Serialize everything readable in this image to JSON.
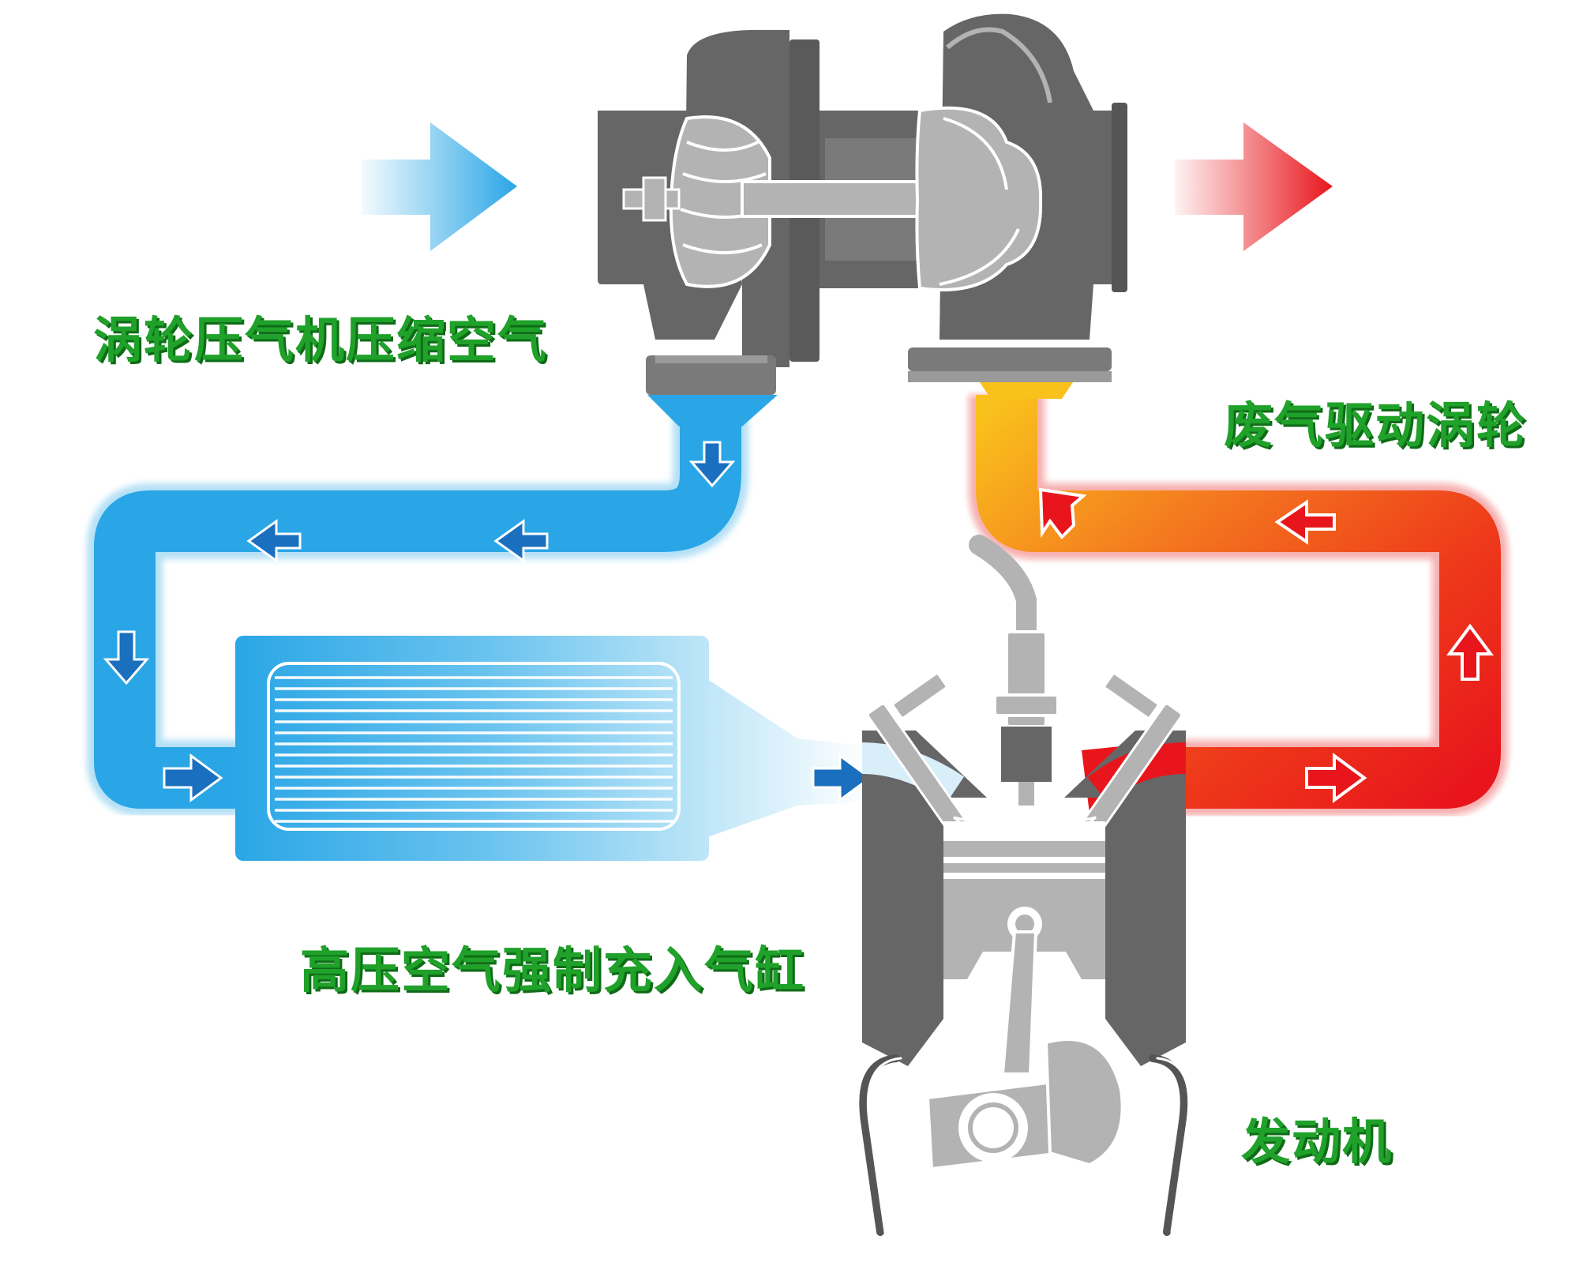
{
  "labels": {
    "compressor": "涡轮压气机压缩空气",
    "exhaust_drives": "废气驱动涡轮",
    "forced_intake": "高压空气强制充入气缸",
    "engine": "发动机"
  },
  "colors": {
    "label_green": "#1fa12a",
    "cold_air_blue": "#2aa6e6",
    "hot_gas_red": "#e8161c",
    "exhaust_orange": "#f5a21e",
    "machine_gray": "#666666",
    "part_light_gray": "#b3b3b3"
  },
  "icons": {
    "intake_arrow": "blue-arrow-right-icon",
    "exhaust_arrow": "red-arrow-right-icon",
    "flow_arrows": "small-direction-arrow-icon"
  }
}
